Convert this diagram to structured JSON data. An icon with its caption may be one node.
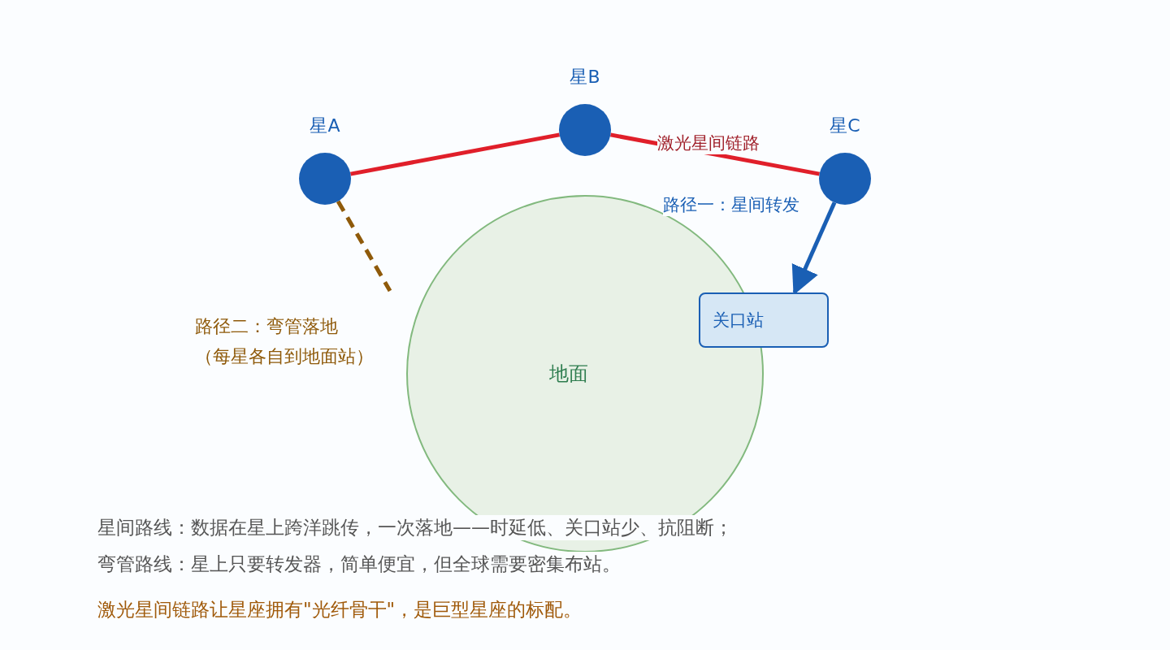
{
  "diagram": {
    "nodes": [
      {
        "text": [
          "星A"
        ]
      },
      {
        "text": [
          "星B"
        ]
      },
      {
        "text": [
          "星C"
        ]
      },
      {
        "text": [
          "地面"
        ]
      },
      {
        "text": [
          "关口站"
        ]
      }
    ],
    "edges": [
      {
        "from": 0,
        "to": 1,
        "arrow": "none"
      },
      {
        "from": 1,
        "to": 2,
        "arrow": "none",
        "label": "激光星间链路"
      },
      {
        "from": 2,
        "to": 4,
        "arrow": "to",
        "color": "#1a5fb4",
        "label": "路径一：星间转发"
      },
      {
        "from": 0,
        "to": null,
        "arrow": "none",
        "style": "dashed",
        "color": "#8f5a0a"
      }
    ],
    "labels": [
      "路径二：弯管落地",
      "（每星各自到地面站）",
      "星间路线：数据在星上跨洋跳传，一次落地——时延低、关口站少、抗阻断；",
      "弯管路线：星上只要转发器，简单便宜，但全球需要密集布站。",
      "激光星间链路让星座拥有\"光纤骨干\"，是巨型星座的标配。"
    ]
  }
}
